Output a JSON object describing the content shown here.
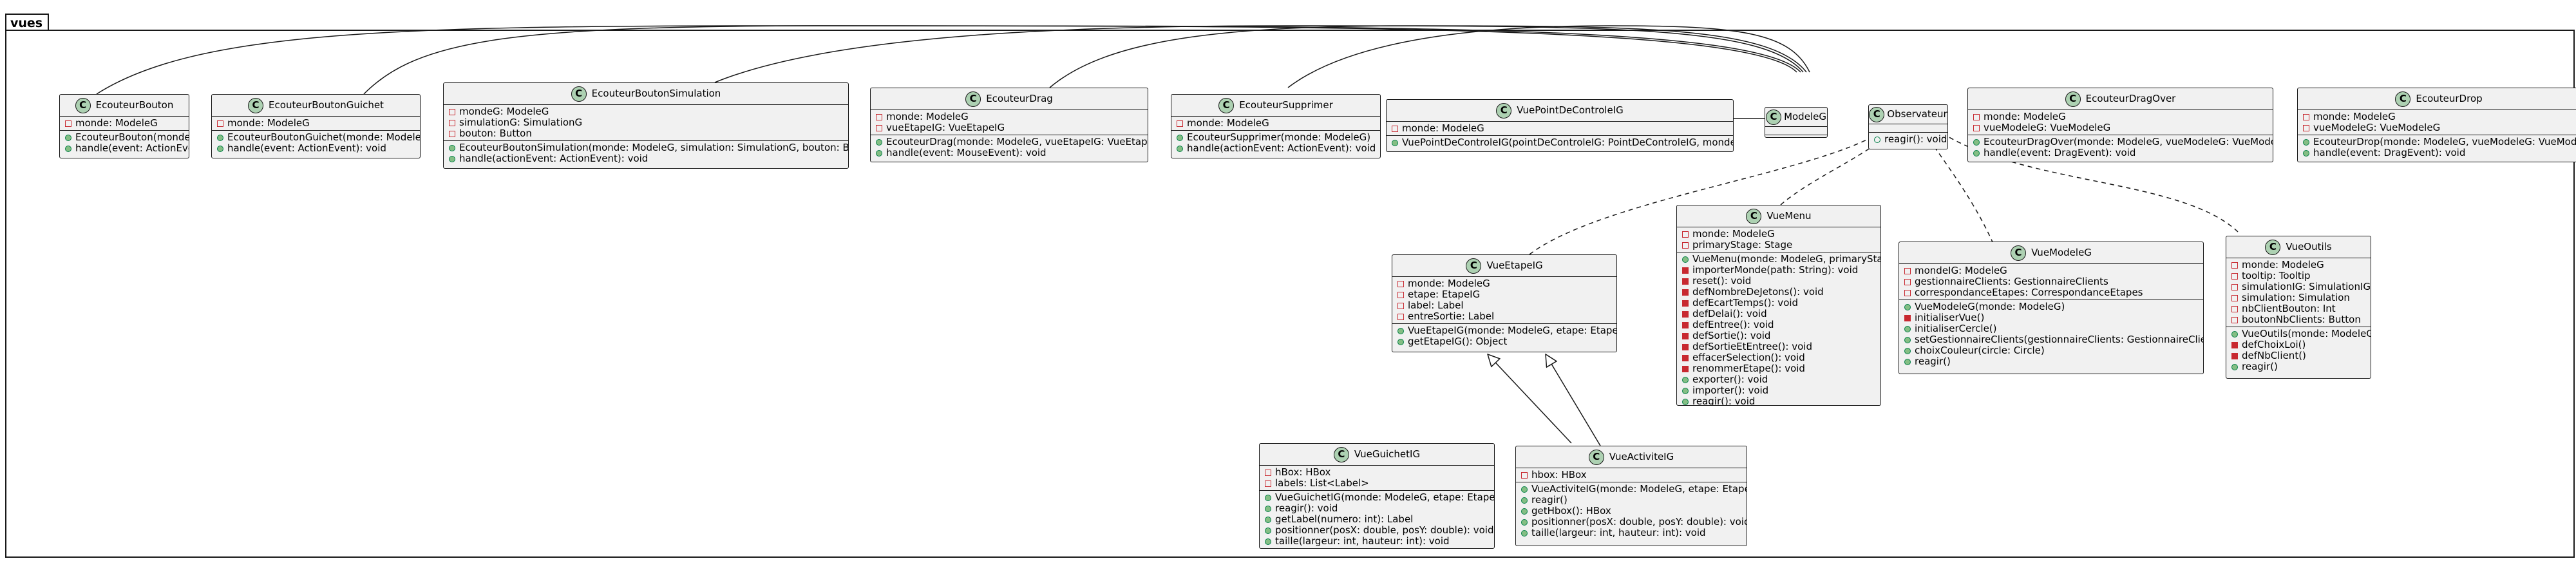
{
  "package": {
    "name": "vues"
  },
  "classes": [
    {
      "id": "EcouteurBouton",
      "name": "EcouteurBouton",
      "attributes": [
        {
          "vis": "priv",
          "text": "monde: ModeleG"
        }
      ],
      "methods": [
        {
          "vis": "pub",
          "text": "EcouteurBouton(monde: ModeleG)"
        },
        {
          "vis": "pub",
          "text": "handle(event: ActionEvent): void"
        }
      ]
    },
    {
      "id": "EcouteurBoutonGuichet",
      "name": "EcouteurBoutonGuichet",
      "attributes": [
        {
          "vis": "priv",
          "text": "monde: ModeleG"
        }
      ],
      "methods": [
        {
          "vis": "pub",
          "text": "EcouteurBoutonGuichet(monde: ModeleG)"
        },
        {
          "vis": "pub",
          "text": "handle(event: ActionEvent): void"
        }
      ]
    },
    {
      "id": "EcouteurBoutonSimulation",
      "name": "EcouteurBoutonSimulation",
      "attributes": [
        {
          "vis": "priv",
          "text": "mondeG: ModeleG"
        },
        {
          "vis": "priv",
          "text": "simulationG: SimulationG"
        },
        {
          "vis": "priv",
          "text": "bouton: Button"
        }
      ],
      "methods": [
        {
          "vis": "pub",
          "text": "EcouteurBoutonSimulation(monde: ModeleG, simulation: SimulationG, bouton: Button)"
        },
        {
          "vis": "pub",
          "text": "handle(actionEvent: ActionEvent): void"
        }
      ]
    },
    {
      "id": "EcouteurDrag",
      "name": "EcouteurDrag",
      "attributes": [
        {
          "vis": "priv",
          "text": "monde: ModeleG"
        },
        {
          "vis": "priv",
          "text": "vueEtapeIG: VueEtapeIG"
        }
      ],
      "methods": [
        {
          "vis": "pub",
          "text": "EcouteurDrag(monde: ModeleG, vueEtapeIG: VueEtapeIG)"
        },
        {
          "vis": "pub",
          "text": "handle(event: MouseEvent): void"
        }
      ]
    },
    {
      "id": "EcouteurSupprimer",
      "name": "EcouteurSupprimer",
      "attributes": [
        {
          "vis": "priv",
          "text": "monde: ModeleG"
        }
      ],
      "methods": [
        {
          "vis": "pub",
          "text": "EcouteurSupprimer(monde: ModeleG)"
        },
        {
          "vis": "pub",
          "text": "handle(actionEvent: ActionEvent): void"
        }
      ]
    },
    {
      "id": "VuePointDeControleIG",
      "name": "VuePointDeControleIG",
      "attributes": [
        {
          "vis": "priv",
          "text": "monde: ModeleG"
        }
      ],
      "methods": [
        {
          "vis": "pub",
          "text": "VuePointDeControleIG(pointDeControleIG: PointDeControleIG, monde: ModeleG)"
        }
      ]
    },
    {
      "id": "ModeleG",
      "name": "ModeleG",
      "attributes": [],
      "methods": []
    },
    {
      "id": "Observateur",
      "name": "Observateur",
      "attributes": [],
      "methods": [
        {
          "vis": "pubf",
          "text": "reagir(): void"
        }
      ]
    },
    {
      "id": "EcouteurDragOver",
      "name": "EcouteurDragOver",
      "attributes": [
        {
          "vis": "priv",
          "text": "monde: ModeleG"
        },
        {
          "vis": "priv",
          "text": "vueModeleG: VueModeleG"
        }
      ],
      "methods": [
        {
          "vis": "pub",
          "text": "EcouteurDragOver(monde: ModeleG, vueModeleG: VueModeleG)"
        },
        {
          "vis": "pub",
          "text": "handle(event: DragEvent): void"
        }
      ]
    },
    {
      "id": "EcouteurDrop",
      "name": "EcouteurDrop",
      "attributes": [
        {
          "vis": "priv",
          "text": "monde: ModeleG"
        },
        {
          "vis": "priv",
          "text": "vueModeleG: VueModeleG"
        }
      ],
      "methods": [
        {
          "vis": "pub",
          "text": "EcouteurDrop(monde: ModeleG, vueModeleG: VueModeleG)"
        },
        {
          "vis": "pub",
          "text": "handle(event: DragEvent): void"
        }
      ]
    },
    {
      "id": "VueMenu",
      "name": "VueMenu",
      "attributes": [
        {
          "vis": "priv",
          "text": "monde: ModeleG"
        },
        {
          "vis": "priv",
          "text": "primaryStage: Stage"
        }
      ],
      "methods": [
        {
          "vis": "pub",
          "text": "VueMenu(monde: ModeleG, primaryStage: Stage)"
        },
        {
          "vis": "privm",
          "text": "importerMonde(path: String): void"
        },
        {
          "vis": "privm",
          "text": "reset(): void"
        },
        {
          "vis": "privm",
          "text": "defNombreDeJetons(): void"
        },
        {
          "vis": "privm",
          "text": "defEcartTemps(): void"
        },
        {
          "vis": "privm",
          "text": "defDelai(): void"
        },
        {
          "vis": "privm",
          "text": "defEntree(): void"
        },
        {
          "vis": "privm",
          "text": "defSortie(): void"
        },
        {
          "vis": "privm",
          "text": "defSortieEtEntree(): void"
        },
        {
          "vis": "privm",
          "text": "effacerSelection(): void"
        },
        {
          "vis": "privm",
          "text": "renommerEtape(): void"
        },
        {
          "vis": "pub",
          "text": "exporter(): void"
        },
        {
          "vis": "pub",
          "text": "importer(): void"
        },
        {
          "vis": "pub",
          "text": "reagir(): void"
        }
      ]
    },
    {
      "id": "VueEtapeIG",
      "name": "VueEtapeIG",
      "attributes": [
        {
          "vis": "priv",
          "text": "monde: ModeleG"
        },
        {
          "vis": "priv",
          "text": "etape: EtapeIG"
        },
        {
          "vis": "priv",
          "text": "label: Label"
        },
        {
          "vis": "priv",
          "text": "entreSortie: Label"
        }
      ],
      "methods": [
        {
          "vis": "pub",
          "text": "VueEtapeIG(monde: ModeleG, etape: EtapeIG)"
        },
        {
          "vis": "pub",
          "text": "getEtapeIG(): Object"
        }
      ]
    },
    {
      "id": "VueModeleG",
      "name": "VueModeleG",
      "attributes": [
        {
          "vis": "priv",
          "text": "mondeIG: ModeleG"
        },
        {
          "vis": "priv",
          "text": "gestionnaireClients: GestionnaireClients"
        },
        {
          "vis": "priv",
          "text": "correspondanceEtapes: CorrespondanceEtapes"
        }
      ],
      "methods": [
        {
          "vis": "pub",
          "text": "VueModeleG(monde: ModeleG)"
        },
        {
          "vis": "privm",
          "text": "initialiserVue()"
        },
        {
          "vis": "pub",
          "text": "initialiserCercle()"
        },
        {
          "vis": "pub",
          "text": "setGestionnaireClients(gestionnaireClients: GestionnaireClients)"
        },
        {
          "vis": "pub",
          "text": "choixCouleur(circle: Circle)"
        },
        {
          "vis": "pub",
          "text": "reagir()"
        }
      ]
    },
    {
      "id": "VueOutils",
      "name": "VueOutils",
      "attributes": [
        {
          "vis": "priv",
          "text": "monde: ModeleG"
        },
        {
          "vis": "priv",
          "text": "tooltip: Tooltip"
        },
        {
          "vis": "priv",
          "text": "simulationIG: SimulationIG"
        },
        {
          "vis": "priv",
          "text": "simulation: Simulation"
        },
        {
          "vis": "priv",
          "text": "nbClientBouton: Int"
        },
        {
          "vis": "priv",
          "text": "boutonNbClients: Button"
        }
      ],
      "methods": [
        {
          "vis": "pub",
          "text": "VueOutils(monde: ModeleG)"
        },
        {
          "vis": "privm",
          "text": "defChoixLoi()"
        },
        {
          "vis": "privm",
          "text": "defNbClient()"
        },
        {
          "vis": "pub",
          "text": "reagir()"
        }
      ]
    },
    {
      "id": "VueGuichetIG",
      "name": "VueGuichetIG",
      "attributes": [
        {
          "vis": "priv",
          "text": "hBox: HBox"
        },
        {
          "vis": "priv",
          "text": "labels: List<Label>"
        }
      ],
      "methods": [
        {
          "vis": "pub",
          "text": "VueGuichetIG(monde: ModeleG, etape: EtapeIG)"
        },
        {
          "vis": "pub",
          "text": "reagir(): void"
        },
        {
          "vis": "pub",
          "text": "getLabel(numero: int): Label"
        },
        {
          "vis": "pub",
          "text": "positionner(posX: double, posY: double): void"
        },
        {
          "vis": "pub",
          "text": "taille(largeur: int, hauteur: int): void"
        }
      ]
    },
    {
      "id": "VueActiviteIG",
      "name": "VueActiviteIG",
      "attributes": [
        {
          "vis": "priv",
          "text": "hbox: HBox"
        }
      ],
      "methods": [
        {
          "vis": "pub",
          "text": "VueActiviteIG(monde: ModeleG, etape: EtapeIG)"
        },
        {
          "vis": "pub",
          "text": "reagir()"
        },
        {
          "vis": "pub",
          "text": "getHbox(): HBox"
        },
        {
          "vis": "pub",
          "text": "positionner(posX: double, posY: double): void"
        },
        {
          "vis": "pub",
          "text": "taille(largeur: int, hauteur: int): void"
        }
      ]
    }
  ]
}
